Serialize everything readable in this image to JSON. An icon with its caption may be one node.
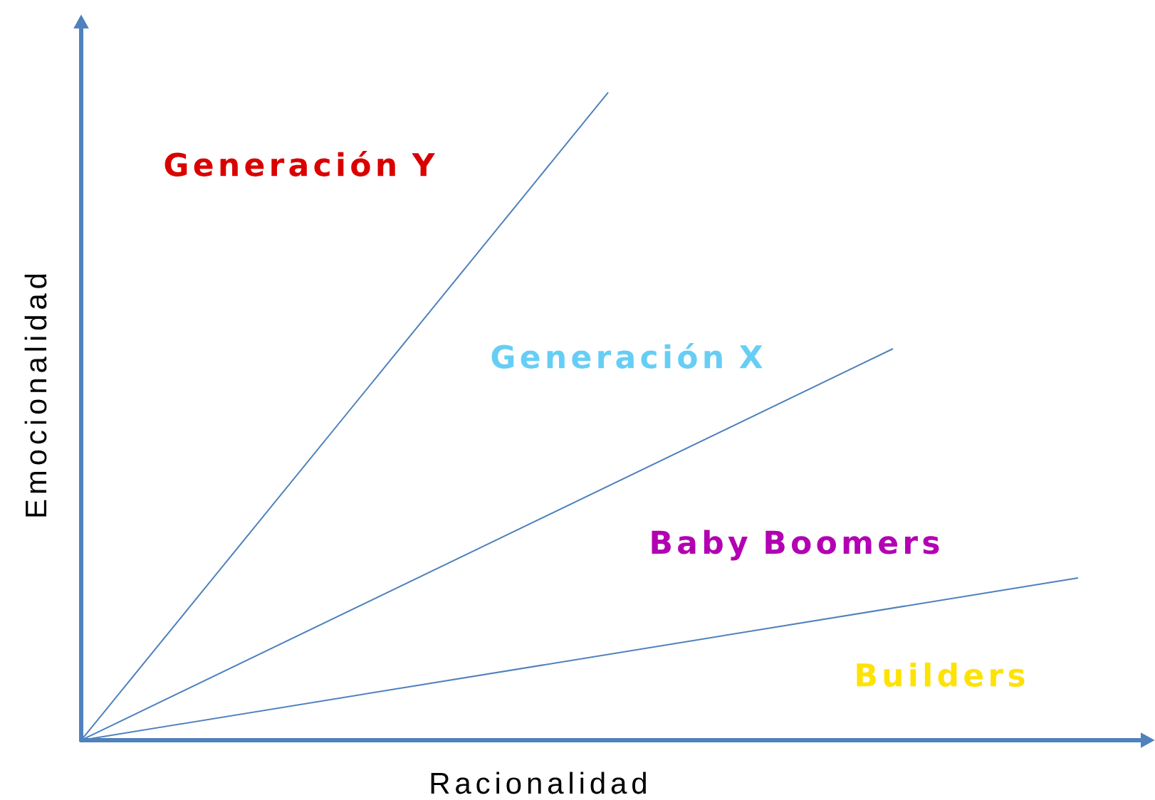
{
  "diagram": {
    "labels": [
      "Generación Y",
      "Emocionalidad",
      "Generación X",
      "Baby Boomers",
      "Builders",
      "Racionalidad"
    ]
  }
}
